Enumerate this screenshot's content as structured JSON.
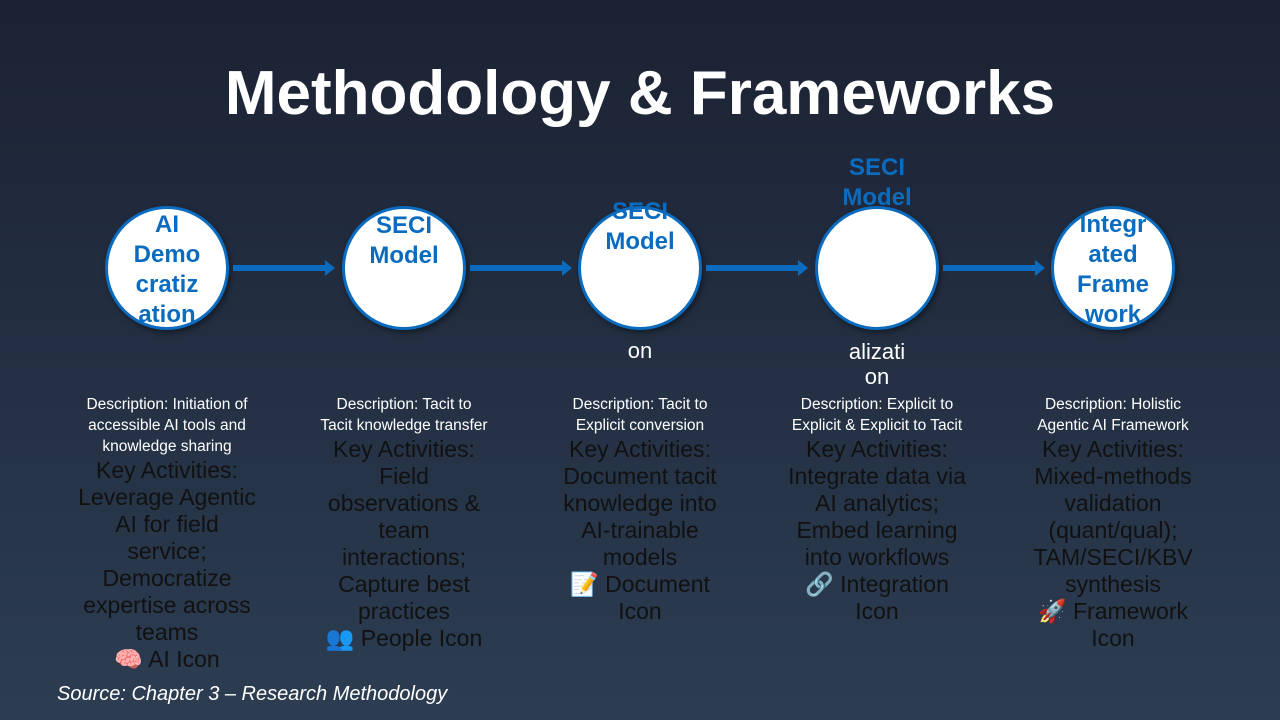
{
  "title": "Methodology & Frameworks",
  "steps": [
    {
      "circle_lines": [
        "AI",
        "Demo",
        "cratiz",
        "ation"
      ],
      "overflow_lines": [],
      "desc_lines": [
        "Description: Initiation of",
        "accessible AI tools and",
        "knowledge sharing"
      ],
      "activity_lines": [
        "Key Activities:",
        "Leverage Agentic",
        "AI for field",
        "service;",
        "Democratize",
        "expertise across",
        "teams",
        "🧠 AI Icon"
      ]
    },
    {
      "circle_lines": [
        "SECI",
        "Model"
      ],
      "overflow_lines": [],
      "desc_lines": [
        "Description: Tacit to",
        "Tacit knowledge transfer"
      ],
      "activity_lines": [
        "Key Activities:",
        "Field",
        "observations &",
        "team",
        "interactions;",
        "Capture best",
        "practices",
        "👥 People Icon"
      ]
    },
    {
      "circle_lines": [
        "SECI",
        "Model"
      ],
      "overflow_lines": [
        "on"
      ],
      "desc_lines": [
        "Description: Tacit to",
        "Explicit conversion"
      ],
      "activity_lines": [
        "Key Activities:",
        "Document tacit",
        "knowledge into",
        "AI-trainable",
        "models",
        "📝 Document",
        "Icon"
      ]
    },
    {
      "circle_lines": [
        "SECI",
        "Model"
      ],
      "overflow_lines": [
        "alizati",
        "on"
      ],
      "desc_lines": [
        "Description: Explicit to",
        "Explicit & Explicit to Tacit"
      ],
      "activity_lines": [
        "Key Activities:",
        "Integrate data via",
        "AI analytics;",
        "Embed learning",
        "into workflows",
        "🔗 Integration",
        "Icon"
      ]
    },
    {
      "circle_lines": [
        "Integr",
        "ated",
        "Frame",
        "work"
      ],
      "overflow_lines": [],
      "desc_lines": [
        "Description: Holistic",
        "Agentic AI Framework"
      ],
      "activity_lines": [
        "Key Activities:",
        "Mixed-methods",
        "validation",
        "(quant/qual);",
        "TAM/SECI/KBV",
        "synthesis",
        "🚀 Framework",
        "Icon"
      ]
    }
  ],
  "source": "Source: Chapter 3 – Research Methodology"
}
